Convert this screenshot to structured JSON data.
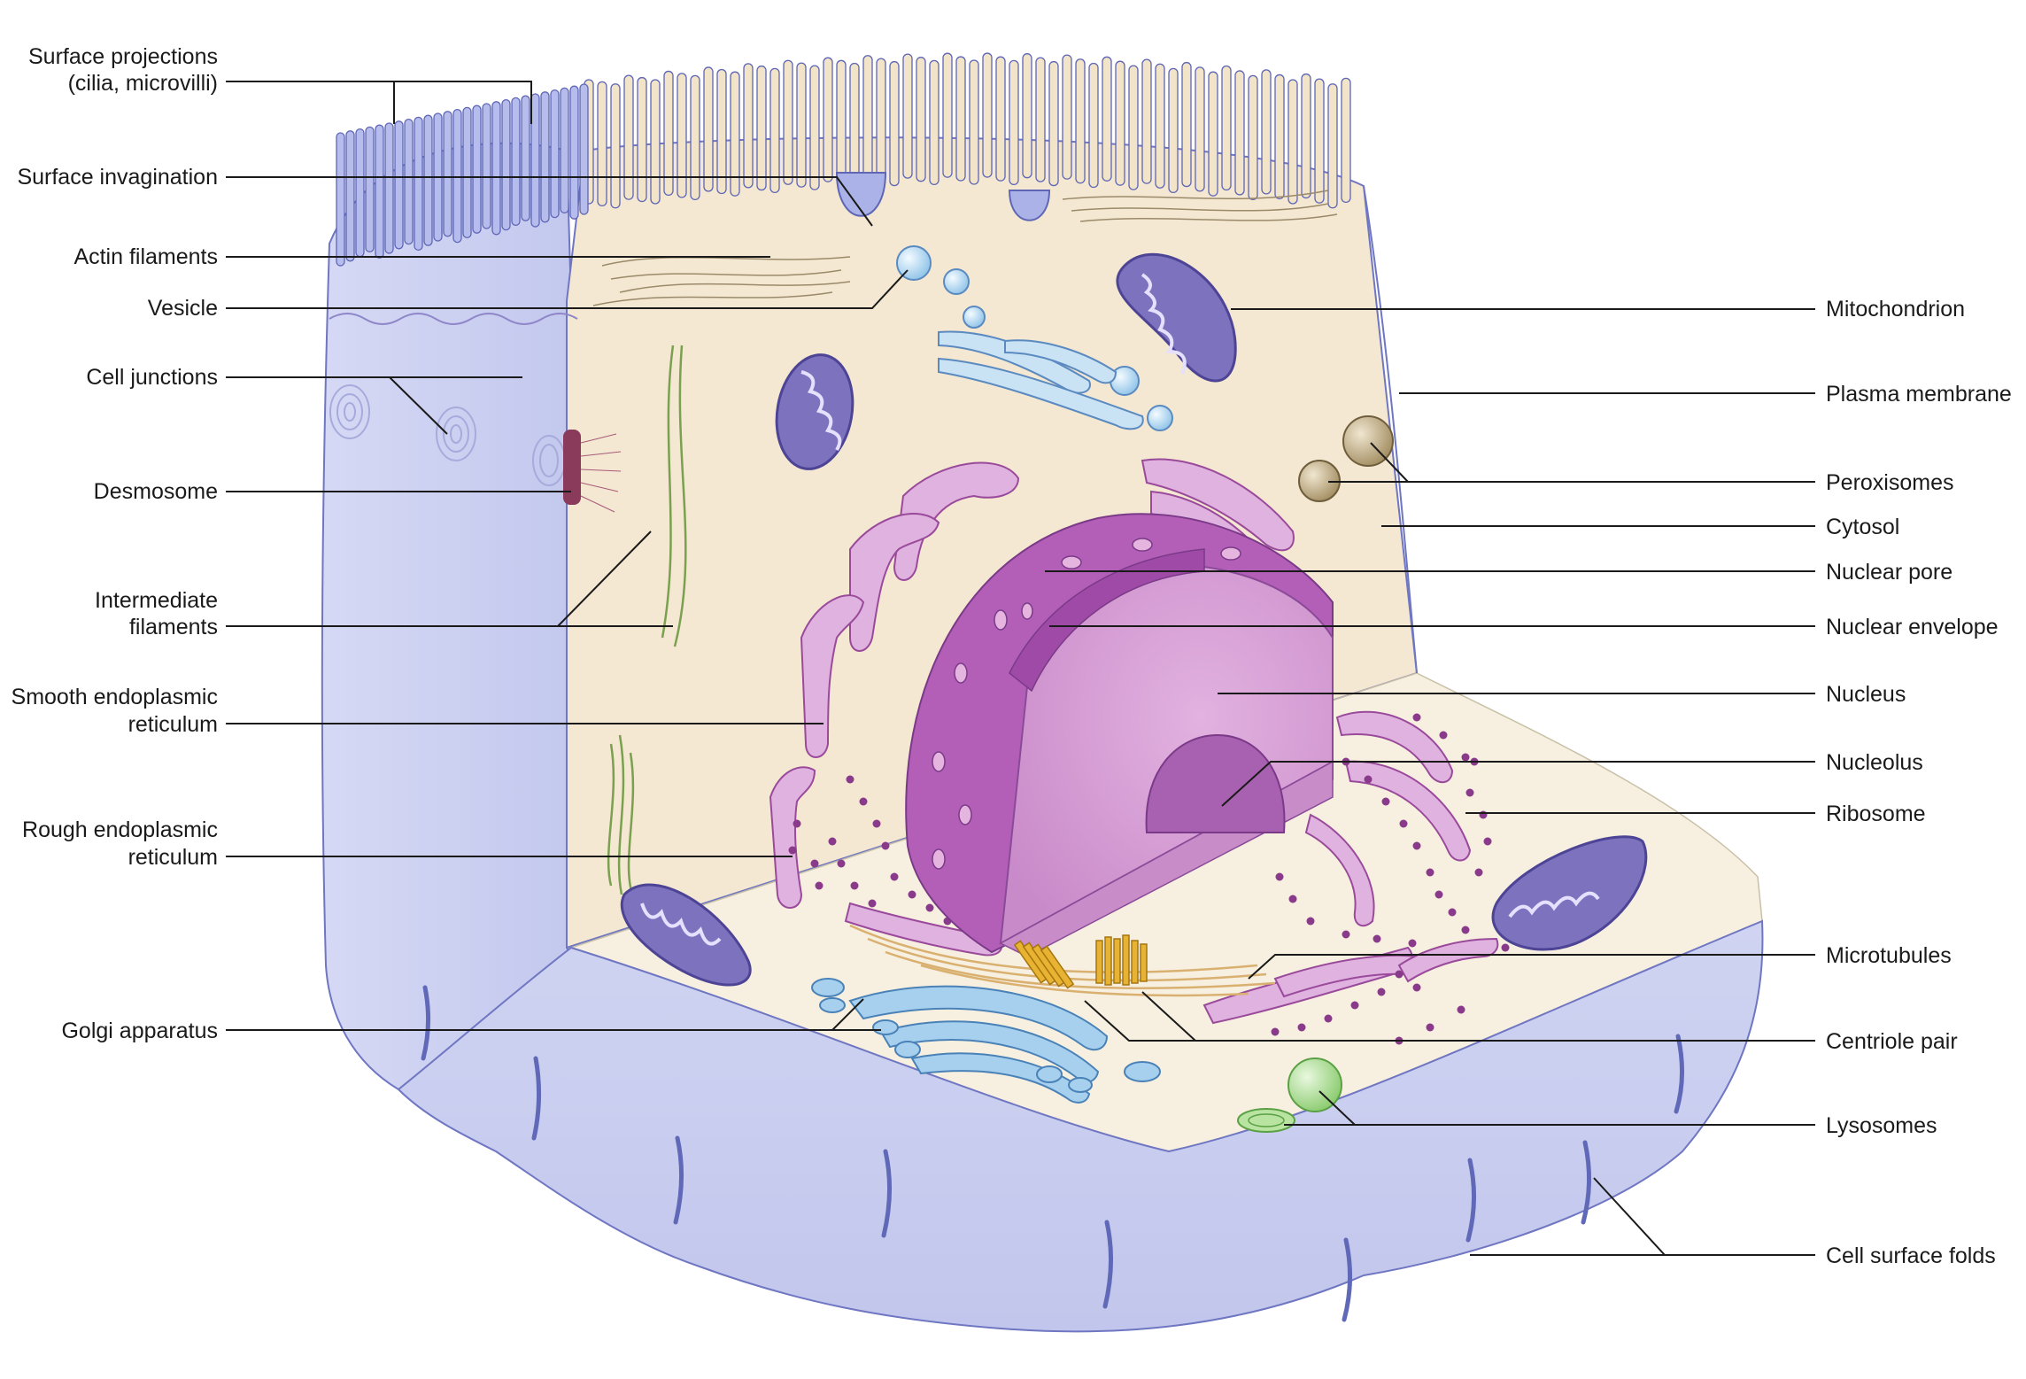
{
  "labels": {
    "surface_projections_1": "Surface projections",
    "surface_projections_2": "(cilia, microvilli)",
    "surface_invagination": "Surface invagination",
    "actin_filaments": "Actin filaments",
    "vesicle": "Vesicle",
    "cell_junctions": "Cell junctions",
    "desmosome": "Desmosome",
    "intermediate_filaments_1": "Intermediate",
    "intermediate_filaments_2": "filaments",
    "smooth_er_1": "Smooth endoplasmic",
    "smooth_er_2": "reticulum",
    "rough_er_1": "Rough endoplasmic",
    "rough_er_2": "reticulum",
    "golgi_apparatus": "Golgi apparatus",
    "mitochondrion": "Mitochondrion",
    "plasma_membrane": "Plasma membrane",
    "peroxisomes": "Peroxisomes",
    "cytosol": "Cytosol",
    "nuclear_pore": "Nuclear pore",
    "nuclear_envelope": "Nuclear envelope",
    "nucleus": "Nucleus",
    "nucleolus": "Nucleolus",
    "ribosome": "Ribosome",
    "microtubules": "Microtubules",
    "centriole_pair": "Centriole pair",
    "lysosomes": "Lysosomes",
    "cell_surface_folds": "Cell surface folds"
  },
  "colors": {
    "membrane_blue": "#c9cdf0",
    "membrane_dark": "#7b82c9",
    "cytosol": "#f4e7cf",
    "floor": "#f6efde",
    "er_pink": "#d9a6d9",
    "nucleus_purple": "#b060b8",
    "mito": "#7a6fb8",
    "golgi": "#9cc8e8",
    "lysosome": "#9ed88a",
    "peroxisome": "#c7b08a",
    "centriole": "#e0a829"
  }
}
